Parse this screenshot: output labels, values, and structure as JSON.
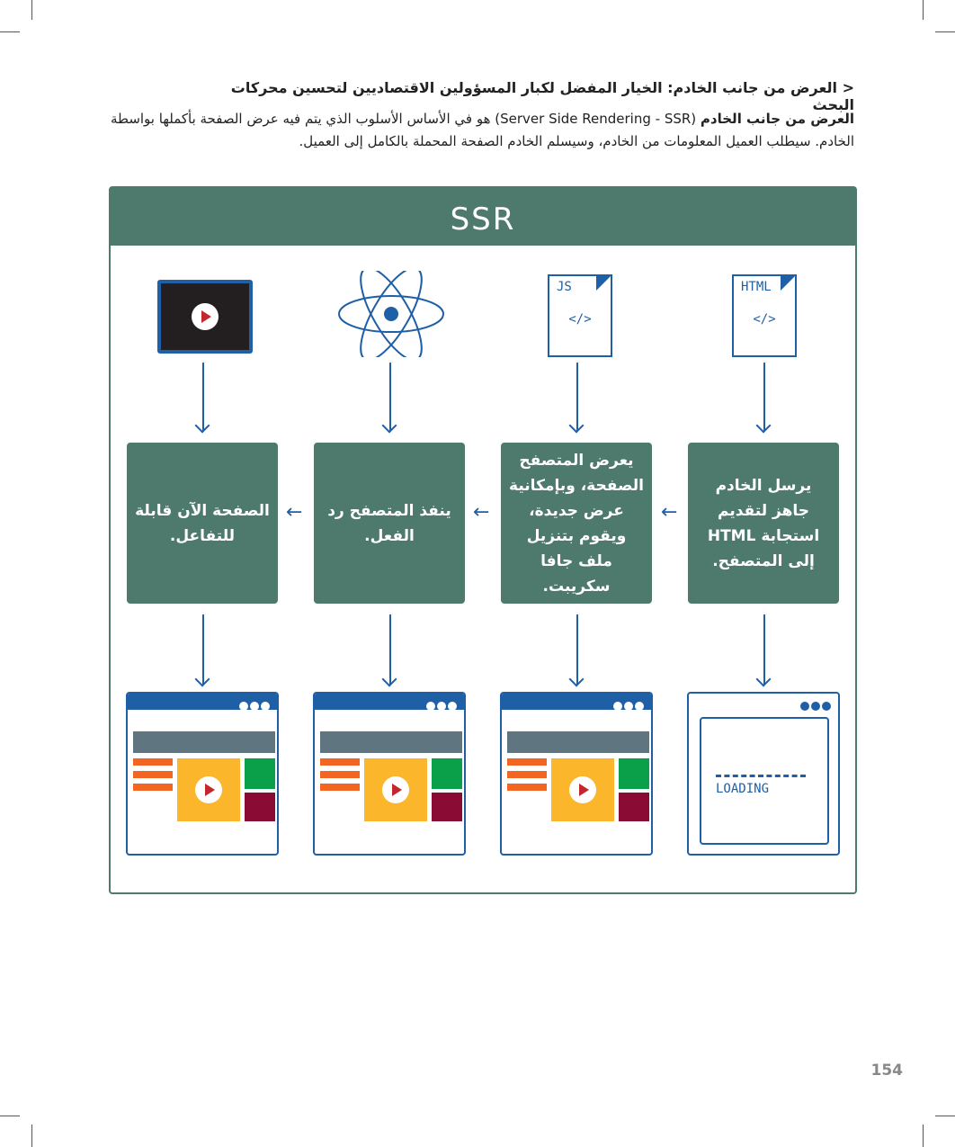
{
  "heading": "< العرض من جانب الخادم: الخيار المفضل لكبار المسؤولين الاقتصاديين لتحسين محركات البحث",
  "para": {
    "bold": "العرض من جانب الخادم",
    "text": " (Server Side Rendering - SSR) هو في الأساس الأسلوب الذي يتم فيه عرض الصفحة بأكملها بواسطة الخادم. سيطلب العميل المعلومات من الخادم، وسيسلم الخادم الصفحة المحملة بالكامل إلى العميل."
  },
  "diagram": {
    "title": "SSR",
    "files": [
      {
        "label": "HTML",
        "code": "</>"
      },
      {
        "label": "JS",
        "code": "</>"
      }
    ],
    "steps": [
      "يرسل الخادم جاهز لتقديم استجابة HTML إلى المتصفح.",
      "يعرض المتصفح الصفحة، وبإمكانية عرض جديدة، ويقوم بتنزيل ملف جافا سكريبت.",
      "ينفذ المتصفح رد الفعل.",
      "الصفحة الآن قابلة للتفاعل."
    ],
    "loading": "LOADING",
    "colors": {
      "panel": "#4e7a6e",
      "blue": "#1f5fa6",
      "orange": "#f26522",
      "yellow": "#fbb62b",
      "green": "#0aa04a",
      "maroon": "#8a0c35"
    }
  },
  "page_number": "154"
}
